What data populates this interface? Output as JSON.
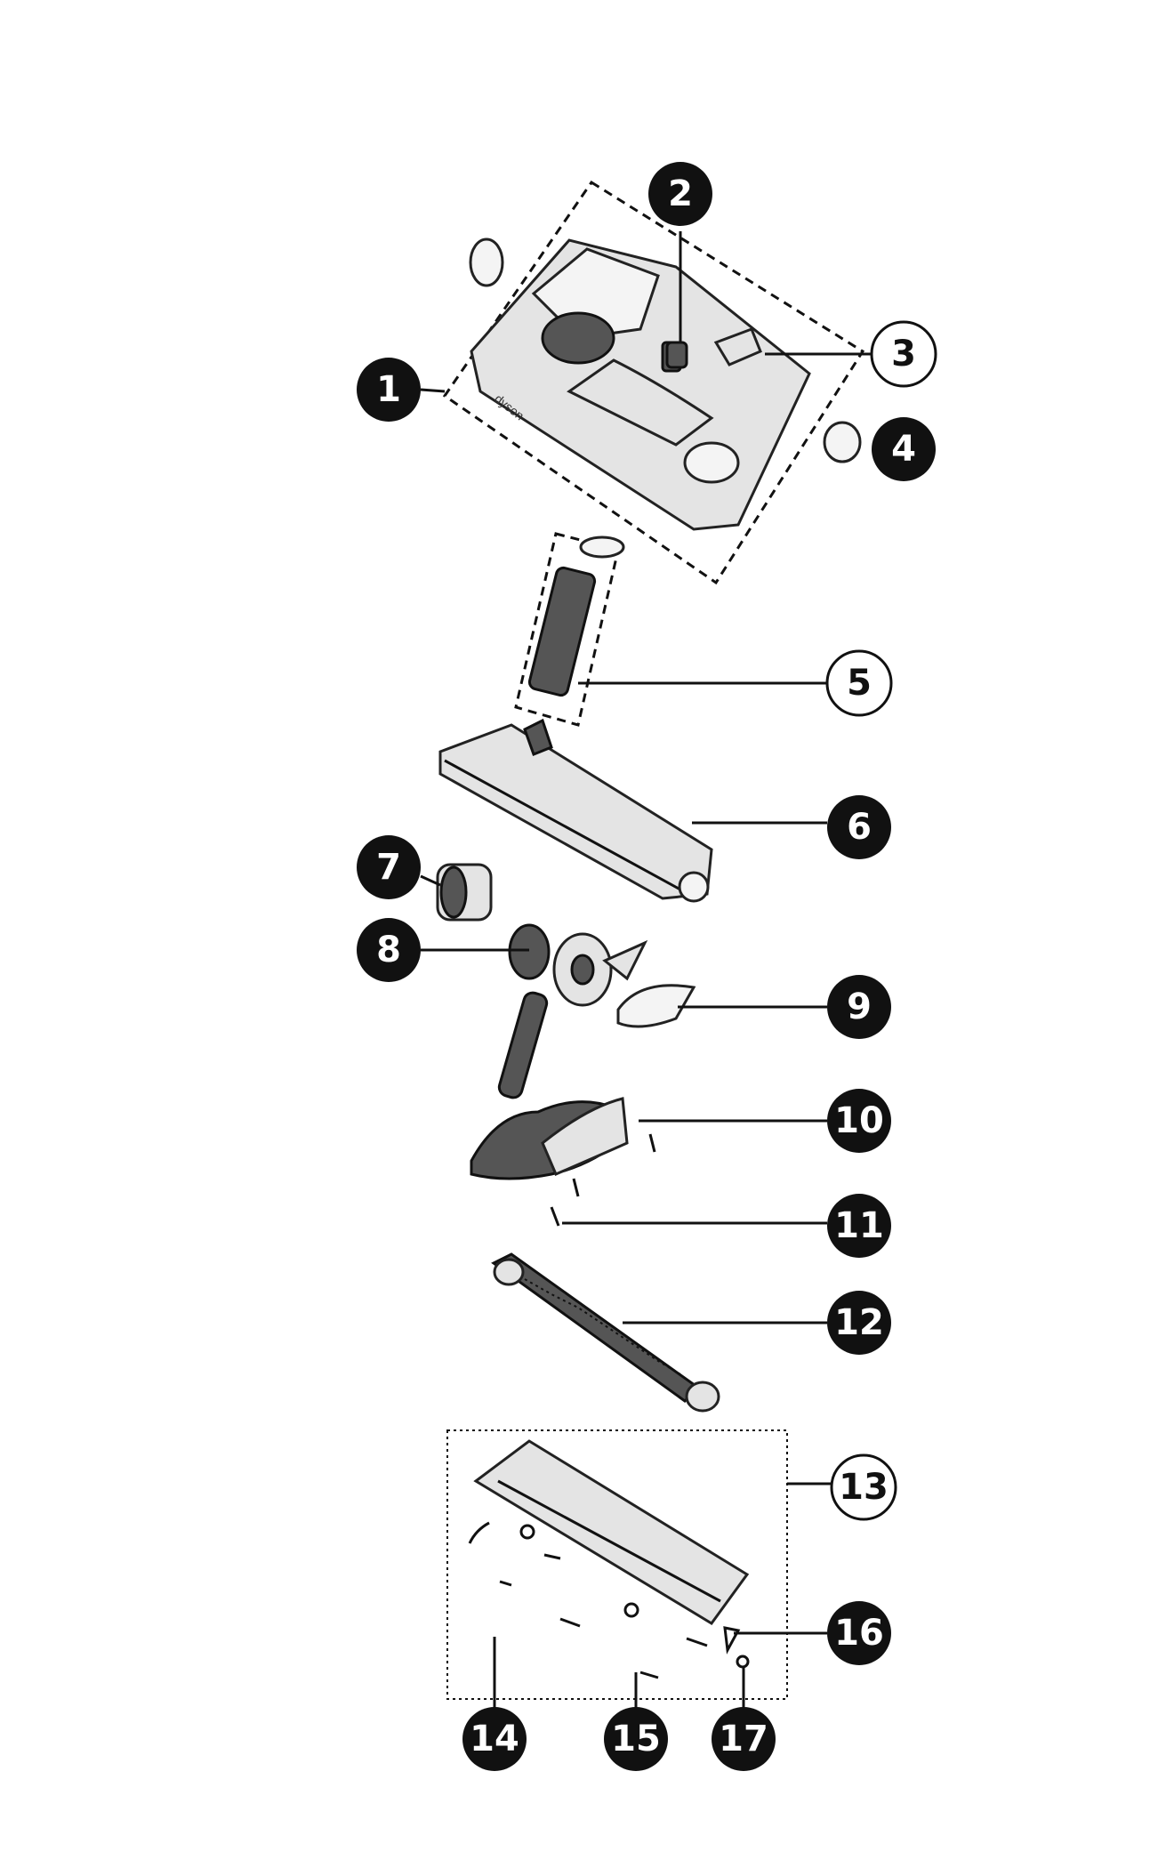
{
  "brand_text": "dyson",
  "callouts": [
    {
      "id": "1",
      "style": "filled"
    },
    {
      "id": "2",
      "style": "filled"
    },
    {
      "id": "3",
      "style": "outline"
    },
    {
      "id": "4",
      "style": "filled"
    },
    {
      "id": "5",
      "style": "outline"
    },
    {
      "id": "6",
      "style": "filled"
    },
    {
      "id": "7",
      "style": "filled"
    },
    {
      "id": "8",
      "style": "filled"
    },
    {
      "id": "9",
      "style": "filled"
    },
    {
      "id": "10",
      "style": "filled"
    },
    {
      "id": "11",
      "style": "filled"
    },
    {
      "id": "12",
      "style": "filled"
    },
    {
      "id": "13",
      "style": "outline"
    },
    {
      "id": "14",
      "style": "filled"
    },
    {
      "id": "15",
      "style": "filled"
    },
    {
      "id": "16",
      "style": "filled"
    },
    {
      "id": "17",
      "style": "filled"
    }
  ],
  "colors": {
    "ink": "#111111",
    "paper": "#ffffff",
    "part_fill": "#e4e4e4",
    "part_dark": "#555555"
  }
}
